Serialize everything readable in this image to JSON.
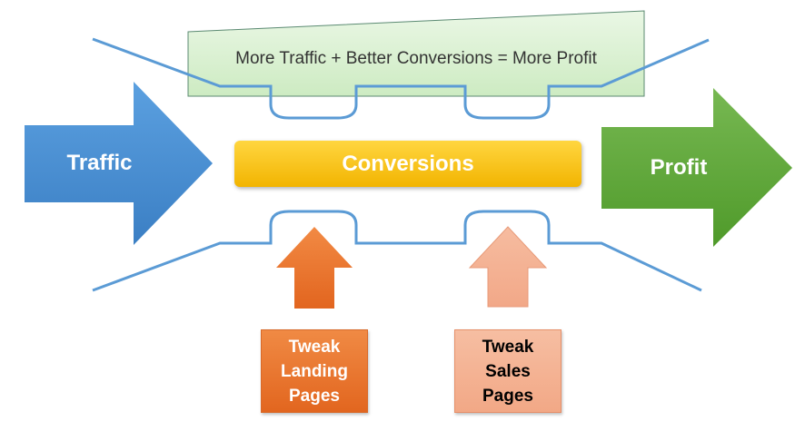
{
  "banner": {
    "text": "More Traffic + Better Conversions = More Profit"
  },
  "traffic": {
    "label": "Traffic"
  },
  "conversions": {
    "label": "Conversions"
  },
  "profit": {
    "label": "Profit"
  },
  "tweaks": [
    {
      "lines": [
        "Tweak",
        "Landing",
        "Pages"
      ]
    },
    {
      "lines": [
        "Tweak",
        "Sales",
        "Pages"
      ]
    }
  ],
  "colors": {
    "traffic": "#4a8fd6",
    "conversions": "#ffc800",
    "profit": "#62a83a",
    "tweak_landing": "#ed7a30",
    "tweak_sales": "#f4b192",
    "funnel_line": "#5b9bd5",
    "banner_fill": "#dcf1d6"
  }
}
